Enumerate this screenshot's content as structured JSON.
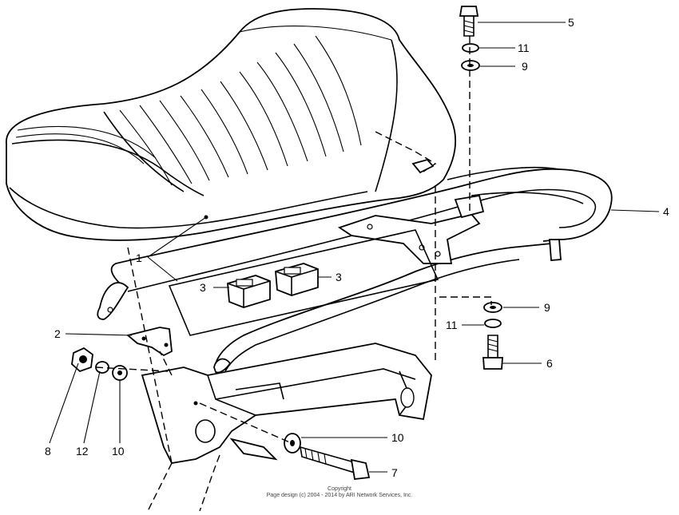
{
  "callouts": {
    "c1": "1",
    "c2": "2",
    "c3a": "3",
    "c3b": "3",
    "c4": "4",
    "c5": "5",
    "c6": "6",
    "c7": "7",
    "c8": "8",
    "c9a": "9",
    "c9b": "9",
    "c10a": "10",
    "c10b": "10",
    "c11a": "11",
    "c11b": "11",
    "c12": "12"
  },
  "copyright": {
    "line1": "Copyright",
    "line2": "Page design (c) 2004 - 2014 by ARI Network Services, Inc."
  }
}
